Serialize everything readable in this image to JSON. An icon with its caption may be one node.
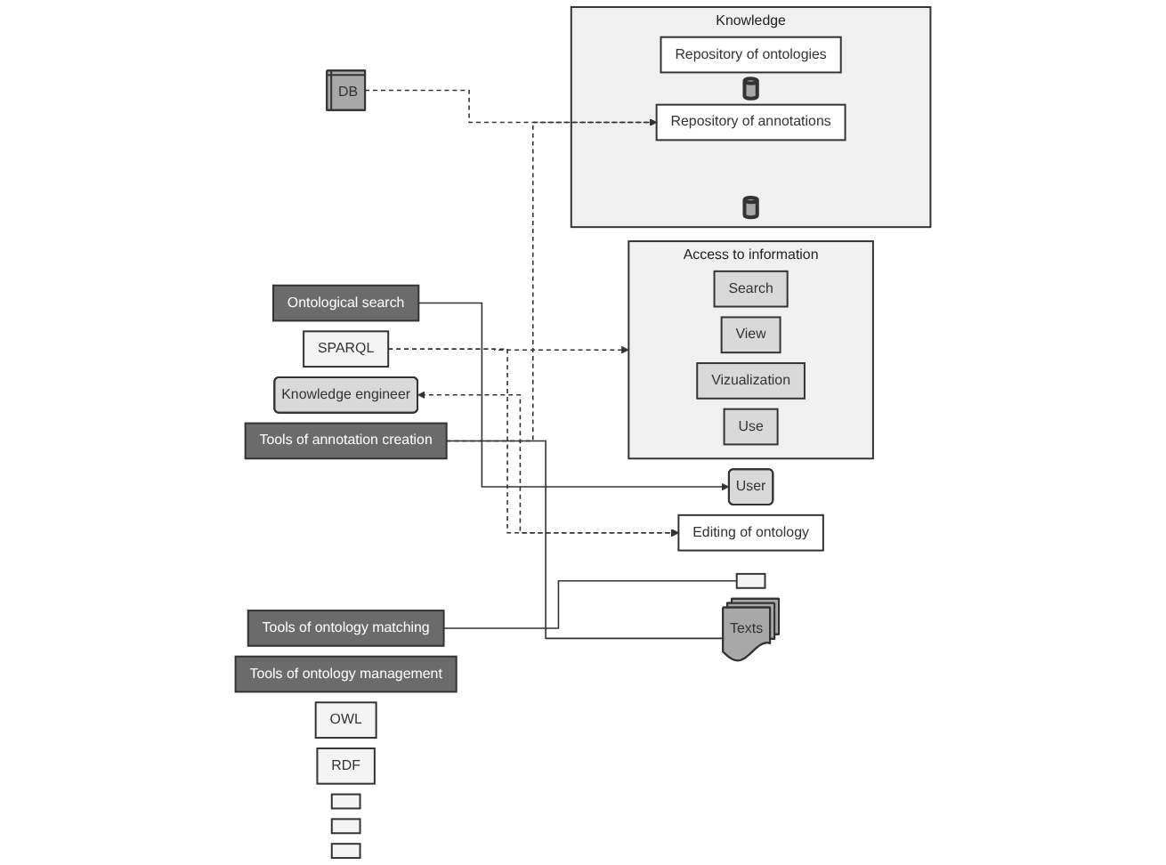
{
  "diagram": {
    "nodes": [
      {
        "text": [
          "Access to information"
        ]
      },
      {
        "text": [
          "Search"
        ],
        "in": 0
      },
      {
        "text": [
          "View"
        ],
        "in": 0
      },
      {
        "text": [
          "Vizualization"
        ],
        "in": 0
      },
      {
        "text": [
          "Use"
        ],
        "in": 0
      },
      {
        "text": [
          "Ontological search"
        ]
      },
      {
        "text": [],
        "shape": "box"
      },
      {
        "text": [],
        "shape": "box"
      },
      {
        "text": [],
        "shape": "box"
      },
      {
        "text": [
          "User"
        ]
      },
      {
        "text": [
          "Knowledge engineer"
        ]
      },
      {
        "text": [
          "Editing of ontology"
        ]
      },
      {
        "text": [
          "Tools of ontology matching"
        ]
      },
      {
        "text": [],
        "shape": "box"
      },
      {
        "text": [
          "SPARQL"
        ]
      },
      {
        "text": [
          "Knowledge"
        ]
      },
      {
        "text": [
          "Repository of ontologies"
        ],
        "in": 15
      },
      {
        "text": [],
        "shape": "cylinder",
        "in": 15
      },
      {
        "text": [
          "OWL"
        ]
      },
      {
        "text": [
          "Tools of ontology management"
        ]
      },
      {
        "text": [
          "Repository of annotations"
        ],
        "in": 15
      },
      {
        "text": [],
        "shape": "cylinder",
        "in": 15
      },
      {
        "text": [
          "RDF"
        ]
      },
      {
        "text": [
          "Tools of annotation creation"
        ]
      },
      {
        "text": [
          "DB"
        ]
      },
      {
        "text": [
          "Texts"
        ]
      }
    ],
    "edges": [
      {
        "from": 5,
        "to": 9,
        "arrow": "to"
      },
      {
        "from": 10,
        "to": 11,
        "arrow": "both",
        "style": "dashed"
      },
      {
        "from": 12,
        "to": 13,
        "arrow": "none"
      },
      {
        "from": 14,
        "to": 0,
        "arrow": "to",
        "style": "dashed"
      },
      {
        "from": 14,
        "to": 11,
        "arrow": "to",
        "style": "dashed"
      },
      {
        "from": 24,
        "to": 20,
        "arrow": "to",
        "style": "dashed"
      },
      {
        "from": 23,
        "to": 20,
        "arrow": "to",
        "style": "dashed"
      },
      {
        "from": 23,
        "to": 25,
        "arrow": "none"
      }
    ]
  }
}
